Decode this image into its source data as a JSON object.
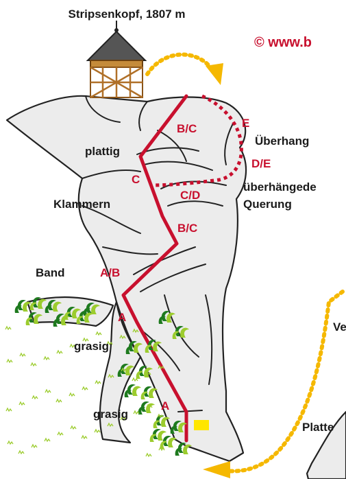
{
  "summit": {
    "label": "Stripsenkopf, 1807 m"
  },
  "copyright": {
    "text": "© www.b"
  },
  "terrain_labels": {
    "plattig": "plattig",
    "klammern": "Klammern",
    "band": "Band",
    "grasig_upper": "grasig",
    "grasig_lower": "grasig",
    "ueberhang": "Überhang",
    "ueberhaengende": "überhängede",
    "querung": "Querung",
    "ve": "Ve",
    "platte": "Platte"
  },
  "grades": {
    "bc_top": "B/C",
    "e": "E",
    "de": "D/E",
    "c": "C",
    "cd": "C/D",
    "bc_mid": "B/C",
    "ab": "A/B",
    "a_upper": "A",
    "a_lower": "A"
  },
  "colors": {
    "route": "#c8102e",
    "arrow": "#f5b800",
    "rock": "#ececec",
    "outline": "#222222",
    "grass_dark": "#1e7a1e",
    "grass_light": "#9ccc2e",
    "marker": "#ffe600"
  }
}
